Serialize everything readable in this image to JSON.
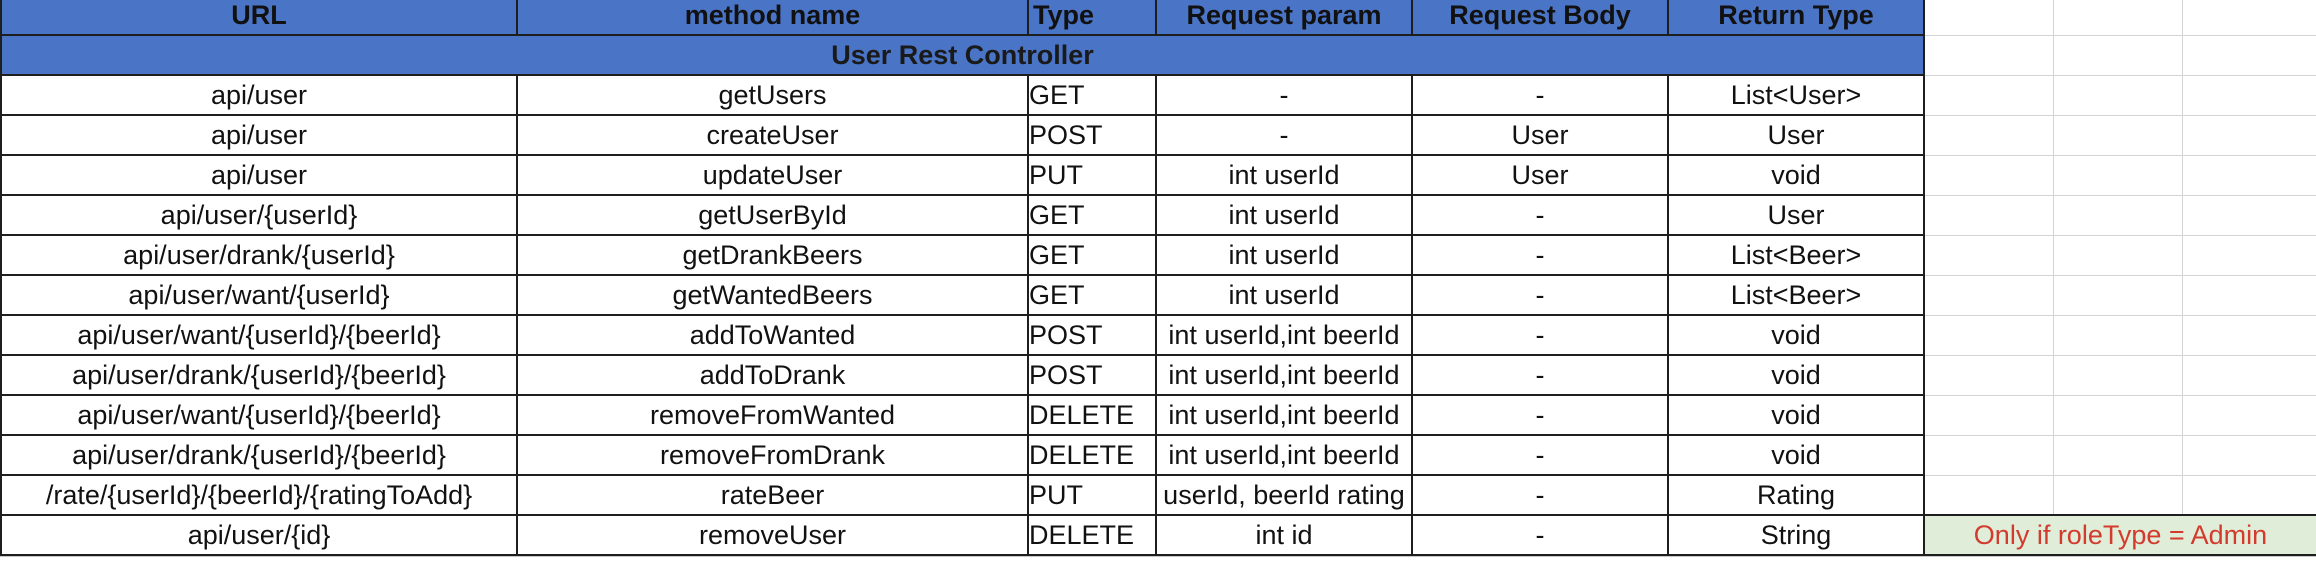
{
  "colors": {
    "header_bg": "#4a74c5",
    "note_bg": "#e0edd8",
    "note_text": "#d23b2d",
    "border": "#1e1e1e"
  },
  "headers": [
    "URL",
    "method name",
    "Type",
    "Request param",
    "Request Body",
    "Return Type"
  ],
  "section_title": "User Rest Controller",
  "rows": [
    {
      "url": "api/user",
      "method": "getUsers",
      "type": "GET",
      "param": "-",
      "body": "-",
      "ret": "List<User>"
    },
    {
      "url": "api/user",
      "method": "createUser",
      "type": "POST",
      "param": "-",
      "body": "User",
      "ret": "User"
    },
    {
      "url": "api/user",
      "method": "updateUser",
      "type": "PUT",
      "param": "int userId",
      "body": "User",
      "ret": "void"
    },
    {
      "url": "api/user/{userId}",
      "method": "getUserById",
      "type": "GET",
      "param": "int userId",
      "body": "-",
      "ret": "User"
    },
    {
      "url": "api/user/drank/{userId}",
      "method": "getDrankBeers",
      "type": "GET",
      "param": "int userId",
      "body": "-",
      "ret": "List<Beer>"
    },
    {
      "url": "api/user/want/{userId}",
      "method": "getWantedBeers",
      "type": "GET",
      "param": "int userId",
      "body": "-",
      "ret": "List<Beer>"
    },
    {
      "url": "api/user/want/{userId}/{beerId}",
      "method": "addToWanted",
      "type": "POST",
      "param": "int userId,int beerId",
      "body": "-",
      "ret": "void"
    },
    {
      "url": "api/user/drank/{userId}/{beerId}",
      "method": "addToDrank",
      "type": "POST",
      "param": "int userId,int beerId",
      "body": "-",
      "ret": "void"
    },
    {
      "url": "api/user/want/{userId}/{beerId}",
      "method": "removeFromWanted",
      "type": "DELETE",
      "param": "int userId,int beerId",
      "body": "-",
      "ret": "void"
    },
    {
      "url": "api/user/drank/{userId}/{beerId}",
      "method": "removeFromDrank",
      "type": "DELETE",
      "param": "int userId,int beerId",
      "body": "-",
      "ret": "void"
    },
    {
      "url": "/rate/{userId}/{beerId}/{ratingToAdd}",
      "method": "rateBeer",
      "type": "PUT",
      "param": "userId, beerId rating",
      "body": "-",
      "ret": "Rating"
    },
    {
      "url": "api/user/{id}",
      "method": "removeUser",
      "type": "DELETE",
      "param": "int id",
      "body": "-",
      "ret": "String"
    }
  ],
  "note": "Only if roleType = Admin"
}
